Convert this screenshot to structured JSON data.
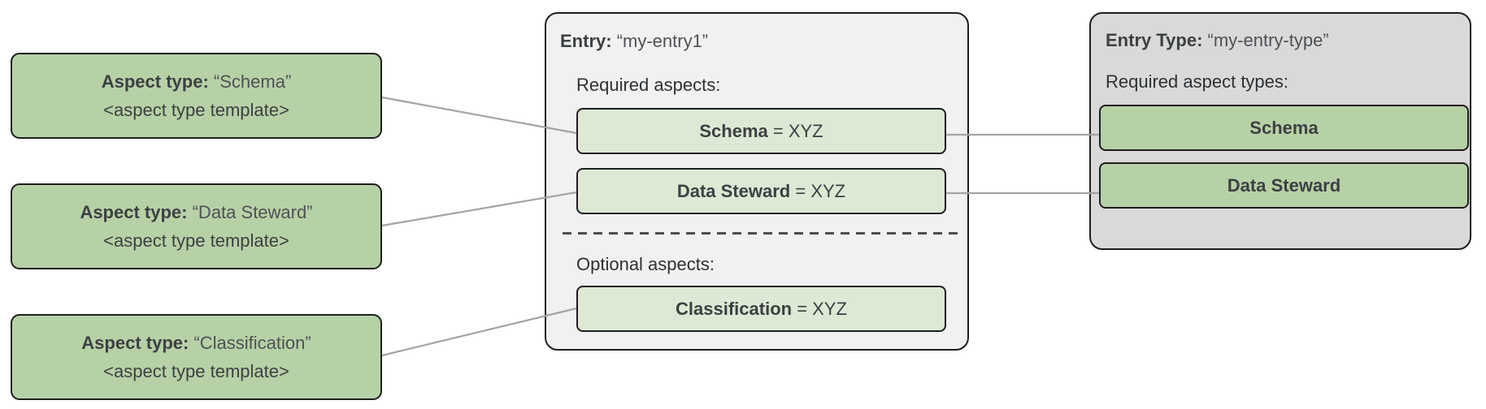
{
  "diagram": {
    "aspect_types": [
      {
        "label_bold": "Aspect type:",
        "label_value": "“Schema”",
        "template": "<aspect type template>"
      },
      {
        "label_bold": "Aspect type:",
        "label_value": "“Data Steward”",
        "template": "<aspect type template>"
      },
      {
        "label_bold": "Aspect type:",
        "label_value": "“Classification”",
        "template": "<aspect type template>"
      }
    ],
    "entry": {
      "title_bold": "Entry:",
      "title_value": "“my-entry1”",
      "required_label": "Required aspects:",
      "required_aspects": [
        {
          "name": "Schema",
          "suffix": "= XYZ"
        },
        {
          "name": "Data Steward",
          "suffix": "= XYZ"
        }
      ],
      "optional_label": "Optional aspects:",
      "optional_aspects": [
        {
          "name": "Classification",
          "suffix": "= XYZ"
        }
      ]
    },
    "entry_type": {
      "title_bold": "Entry Type:",
      "title_value": "“my-entry-type”",
      "required_label": "Required aspect types:",
      "required_aspect_types": [
        {
          "name": "Schema"
        },
        {
          "name": "Data Steward"
        }
      ]
    },
    "colors": {
      "aspect_type_green": "#b7d1a6",
      "aspect_light_green": "#dde9d4",
      "entry_background": "#f1f1f1",
      "entry_type_background": "#d9d9d9",
      "border": "#1e1e1e",
      "connector": "#a3a3a3",
      "text": "#3c4043"
    }
  }
}
